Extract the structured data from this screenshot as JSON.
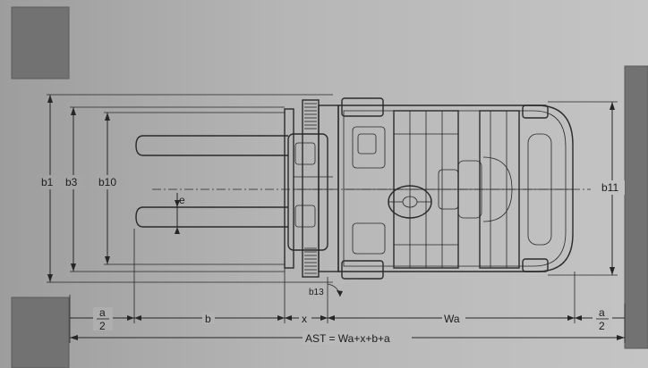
{
  "diagram": {
    "labels": {
      "b1": "b1",
      "b3": "b3",
      "b10": "b10",
      "b11": "b11",
      "b13": "b13",
      "e": "e",
      "b": "b",
      "x": "x",
      "wa": "Wa",
      "a_num": "a",
      "a_den": "2",
      "ast": "AST = Wa+x+b+a"
    },
    "colors": {
      "background": "#b4b4b4",
      "walls": "#727272",
      "lines": "#262626"
    }
  }
}
